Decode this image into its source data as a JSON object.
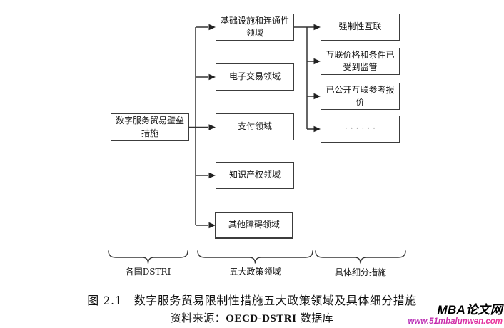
{
  "root_box": {
    "label": "数字服务贸易壁垒\n措施"
  },
  "policy_areas": [
    {
      "label": "基础设施和连通性\n领域"
    },
    {
      "label": "电子交易领域"
    },
    {
      "label": "支付领域"
    },
    {
      "label": "知识产权领域"
    },
    {
      "label": "其他障碍领域"
    }
  ],
  "sub_measures": [
    {
      "label": "强制性互联"
    },
    {
      "label": "互联价格和条件已\n受到监管"
    },
    {
      "label": "已公开互联参考报\n价"
    },
    {
      "label": "······"
    }
  ],
  "braces": [
    {
      "label": "各国DSTRI"
    },
    {
      "label": "五大政策领域"
    },
    {
      "label": "具体细分措施"
    }
  ],
  "caption": {
    "title": "图 2.1　数字服务贸易限制性措施五大政策领域及具体细分措施",
    "source_prefix": "资料来源：",
    "source_code": "OECD-DSTRI",
    "source_suffix": " 数据库"
  },
  "watermark": {
    "site_name": "MBA论文网",
    "site_url": "www.51mbalunwen.com",
    "url_color_start": "#8a2bd0",
    "url_color_end": "#ee3399"
  },
  "colors": {
    "line": "#333333",
    "box_border": "#3c3c3c",
    "text": "#141414",
    "background": "#ffffff"
  }
}
